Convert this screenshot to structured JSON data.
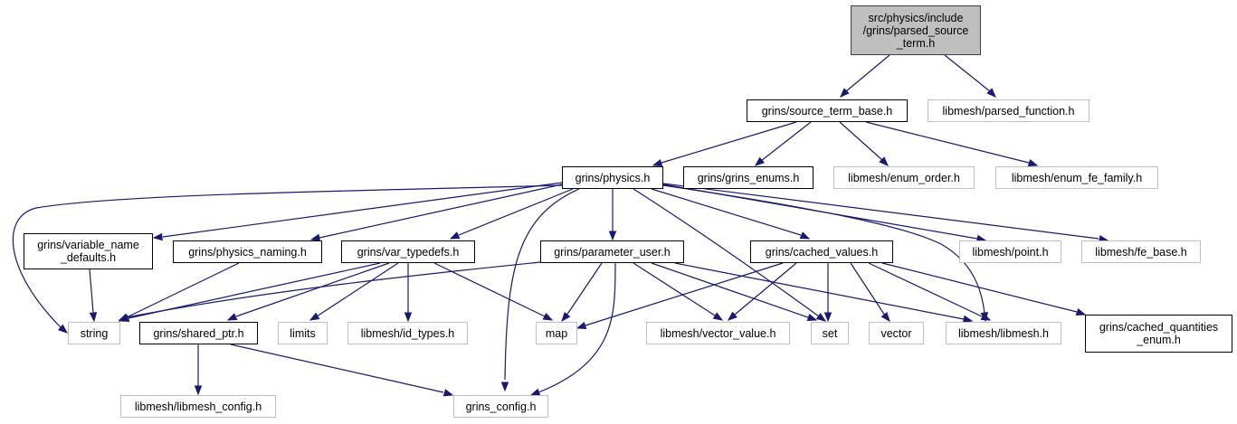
{
  "diagram": {
    "colors": {
      "edge": "#191970",
      "root_fill": "#bfbfbf",
      "project_border": "#000000",
      "external_border": "#bfbfbf"
    },
    "nodes": {
      "root": "src/physics/include\n/grins/parsed_source\n_term.h",
      "source_term_base": "grins/source_term_base.h",
      "parsed_function": "libmesh/parsed_function.h",
      "physics": "grins/physics.h",
      "grins_enums": "grins/grins_enums.h",
      "enum_order": "libmesh/enum_order.h",
      "enum_fe_family": "libmesh/enum_fe_family.h",
      "variable_name_defaults": "grins/variable_name\n_defaults.h",
      "physics_naming": "grins/physics_naming.h",
      "var_typedefs": "grins/var_typedefs.h",
      "parameter_user": "grins/parameter_user.h",
      "cached_values": "grins/cached_values.h",
      "point": "libmesh/point.h",
      "fe_base": "libmesh/fe_base.h",
      "string": "string",
      "shared_ptr": "grins/shared_ptr.h",
      "limits": "limits",
      "id_types": "libmesh/id_types.h",
      "map": "map",
      "vector_value": "libmesh/vector_value.h",
      "set": "set",
      "vector": "vector",
      "libmesh": "libmesh/libmesh.h",
      "cached_quantities_enum": "grins/cached_quantities\n_enum.h",
      "libmesh_config": "libmesh/libmesh_config.h",
      "grins_config": "grins_config.h"
    }
  }
}
